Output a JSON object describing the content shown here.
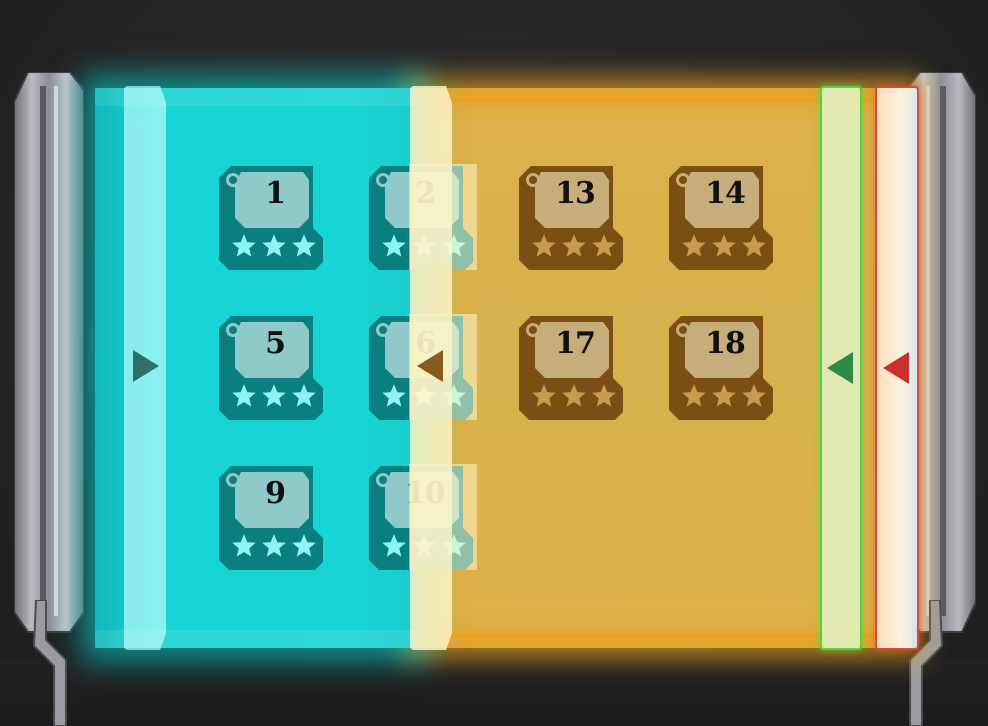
{
  "colors": {
    "cyan_panel": "#17d3d3",
    "cyan_tile": "#0a7f80",
    "cyan_tile_face": "#8fc9c9",
    "cyan_star": "#8ff3f3",
    "orange_panel": "#d8b14c",
    "orange_tile": "#7b4f14",
    "orange_tile_face": "#c7ad79",
    "orange_star": "#c99a4c",
    "green_tab": "#55d040",
    "red_tab": "#d84a3a"
  },
  "tabs": [
    {
      "name": "cyan-tab",
      "arrow": "right"
    },
    {
      "name": "cream-tab",
      "arrow": "left"
    },
    {
      "name": "green-tab",
      "arrow": "left"
    },
    {
      "name": "red-tab",
      "arrow": "left"
    }
  ],
  "levels": [
    {
      "label": "1",
      "theme": "cyan",
      "stars": 3
    },
    {
      "label": "2",
      "theme": "half",
      "stars": 3
    },
    {
      "label": "13",
      "theme": "orange",
      "stars": 3
    },
    {
      "label": "14",
      "theme": "orange",
      "stars": 3
    },
    {
      "label": "5",
      "theme": "cyan",
      "stars": 3
    },
    {
      "label": "6",
      "theme": "half",
      "stars": 3
    },
    {
      "label": "17",
      "theme": "orange",
      "stars": 3
    },
    {
      "label": "18",
      "theme": "orange",
      "stars": 3
    },
    {
      "label": "9",
      "theme": "cyan",
      "stars": 3
    },
    {
      "label": "10",
      "theme": "half",
      "stars": 3
    }
  ]
}
